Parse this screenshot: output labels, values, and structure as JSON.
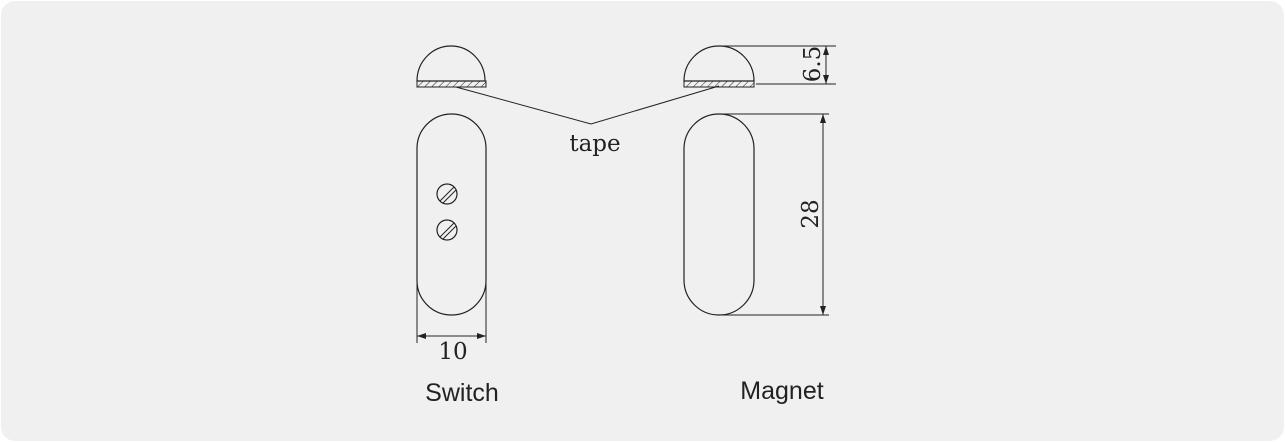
{
  "labels": {
    "tape": "tape",
    "width_dim": "10",
    "height_dim": "6.5",
    "length_dim": "28",
    "switch": "Switch",
    "magnet": "Magnet"
  }
}
